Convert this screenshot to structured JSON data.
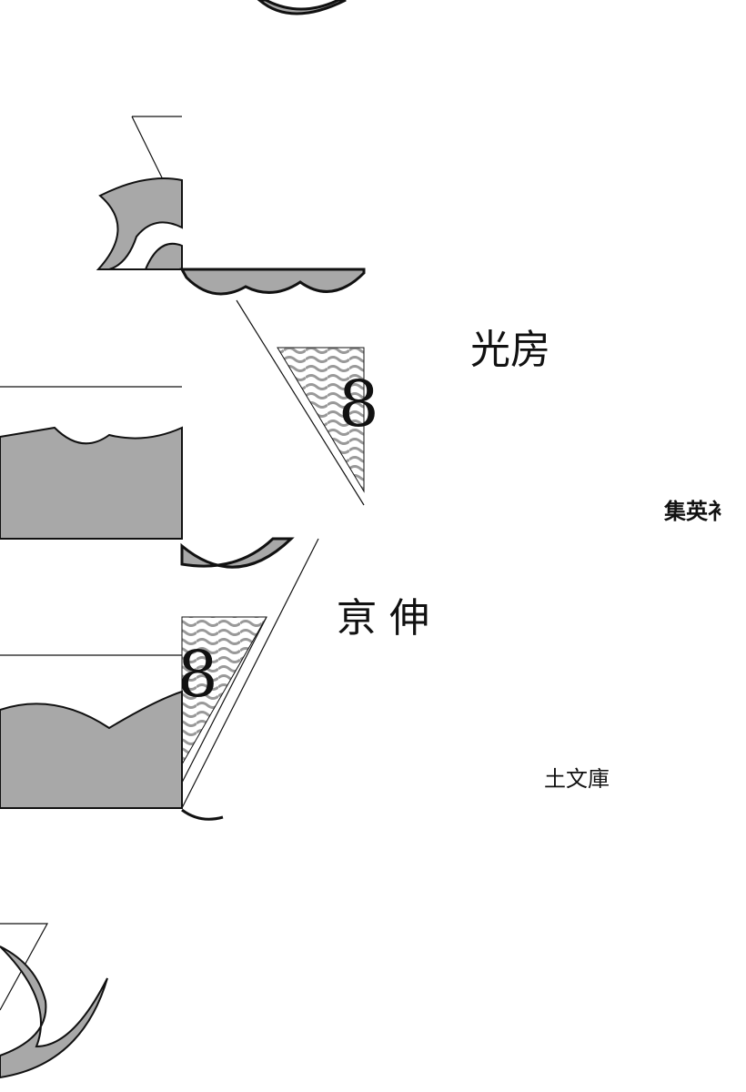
{
  "cover": {
    "title_fragment_top": "光房",
    "publisher_fragment": "集英衤",
    "author_fragment": "亰 伸",
    "imprint_fragment": "土文庫",
    "volume_digit": "8"
  },
  "colors": {
    "ink": "#111111",
    "swoosh": "#a8a8a8",
    "background": "#ffffff"
  }
}
